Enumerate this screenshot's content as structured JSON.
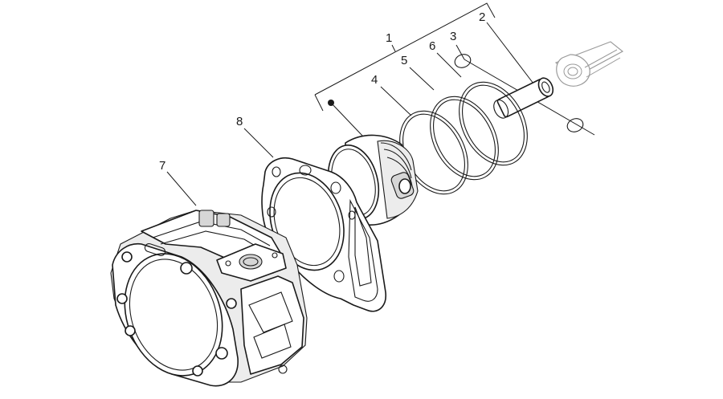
{
  "diagram": {
    "callouts": [
      {
        "id": "callout-1",
        "label": "1"
      },
      {
        "id": "callout-2",
        "label": "2"
      },
      {
        "id": "callout-3",
        "label": "3"
      },
      {
        "id": "callout-4",
        "label": "4"
      },
      {
        "id": "callout-5",
        "label": "5"
      },
      {
        "id": "callout-6",
        "label": "6"
      },
      {
        "id": "callout-7",
        "label": "7"
      },
      {
        "id": "callout-8",
        "label": "8"
      }
    ],
    "colors": {
      "line": "#1a1a1a",
      "shading": "#d6d6d6",
      "ghost": "#9a9a9a",
      "background": "#ffffff"
    }
  }
}
